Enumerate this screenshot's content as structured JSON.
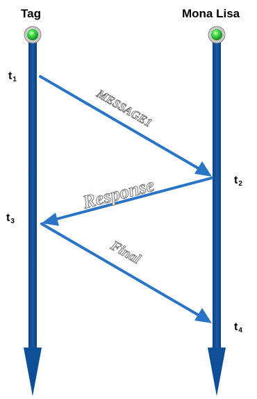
{
  "participants": {
    "left": {
      "name": "Tag"
    },
    "right": {
      "name": "Mona Lisa"
    }
  },
  "times": [
    {
      "label": "t",
      "subscript": "1"
    },
    {
      "label": "t",
      "subscript": "2"
    },
    {
      "label": "t",
      "subscript": "3"
    },
    {
      "label": "t",
      "subscript": "4"
    }
  ],
  "messages": [
    {
      "label": "MESSAGE1",
      "from": "left",
      "to": "right",
      "sent_at": "t1",
      "received_at": "t2"
    },
    {
      "label": "Response",
      "from": "right",
      "to": "left",
      "sent_at": "t2",
      "received_at": "t3"
    },
    {
      "label": "Final",
      "from": "left",
      "to": "right",
      "sent_at": "t3",
      "received_at": "t4"
    }
  ],
  "colors": {
    "lifeline": "#0f4f97",
    "message_arrow": "#2a74c6",
    "indicator": "#3edc45",
    "label_text": "#000000"
  },
  "icons": {
    "indicator": "green-status-light-icon"
  }
}
